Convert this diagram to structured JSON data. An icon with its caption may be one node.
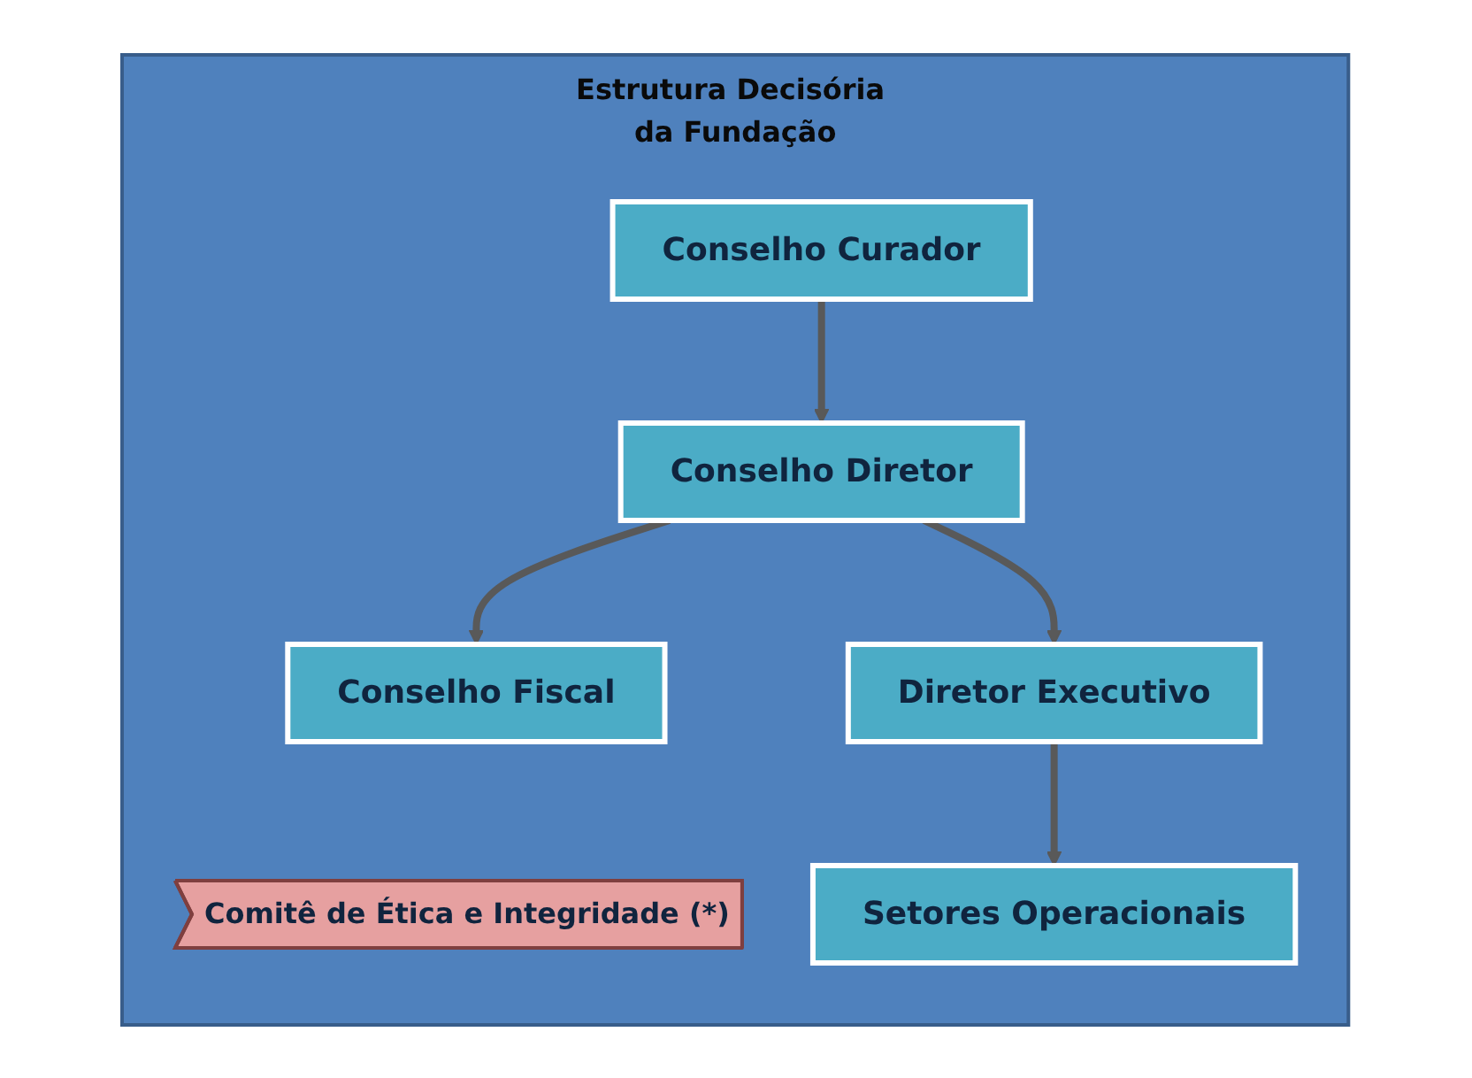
{
  "diagram": {
    "nodes": [
      {
        "text": [
          "Estrutura Decisória da Fundação"
        ]
      },
      {
        "text": [
          "Comitê de Ética e Integridade (*)"
        ],
        "in": 0
      },
      {
        "text": [
          "Conselho Curador"
        ],
        "in": 0
      },
      {
        "text": [
          "Conselho Diretor"
        ],
        "in": 0
      },
      {
        "text": [
          "Conselho Fiscal"
        ],
        "in": 0
      },
      {
        "text": [
          "Diretor Executivo"
        ],
        "in": 0
      },
      {
        "text": [
          "Setores Operacionais"
        ],
        "in": 0
      }
    ],
    "edges": [
      {
        "from": 2,
        "to": 3,
        "arrow": "to"
      },
      {
        "from": 3,
        "to": 4,
        "arrow": "to"
      },
      {
        "from": 3,
        "to": 5,
        "arrow": "to"
      },
      {
        "from": 5,
        "to": 6,
        "arrow": "to"
      }
    ]
  }
}
